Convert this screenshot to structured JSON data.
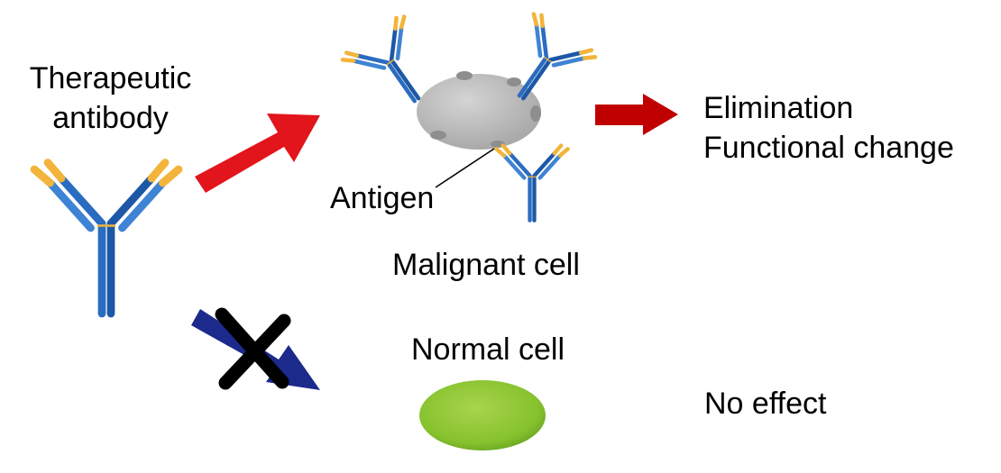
{
  "labels": {
    "therapeutic_antibody_line1": "Therapeutic",
    "therapeutic_antibody_line2": "antibody",
    "antigen": "Antigen",
    "malignant_cell": "Malignant cell",
    "normal_cell": "Normal cell",
    "outcome_line1": "Elimination",
    "outcome_line2": "Functional change",
    "no_effect": "No effect"
  },
  "icons": {
    "antibody": "y-shaped-antibody-icon",
    "malignant_cell": "grey-oval-cell-icon",
    "normal_cell": "green-oval-cell-icon",
    "blocked_arrow": "cross-mark-icon"
  },
  "colors": {
    "antibody_blue": "#2a6cc0",
    "antibody_tip": "#f2b43a",
    "arrow_red": "#e2141c",
    "arrow_darkred": "#c00000",
    "arrow_navy": "#1c2a8c",
    "cross_black": "#000000",
    "malignant_grey": "#b8b8b8",
    "normal_green": "#8cc43c"
  }
}
